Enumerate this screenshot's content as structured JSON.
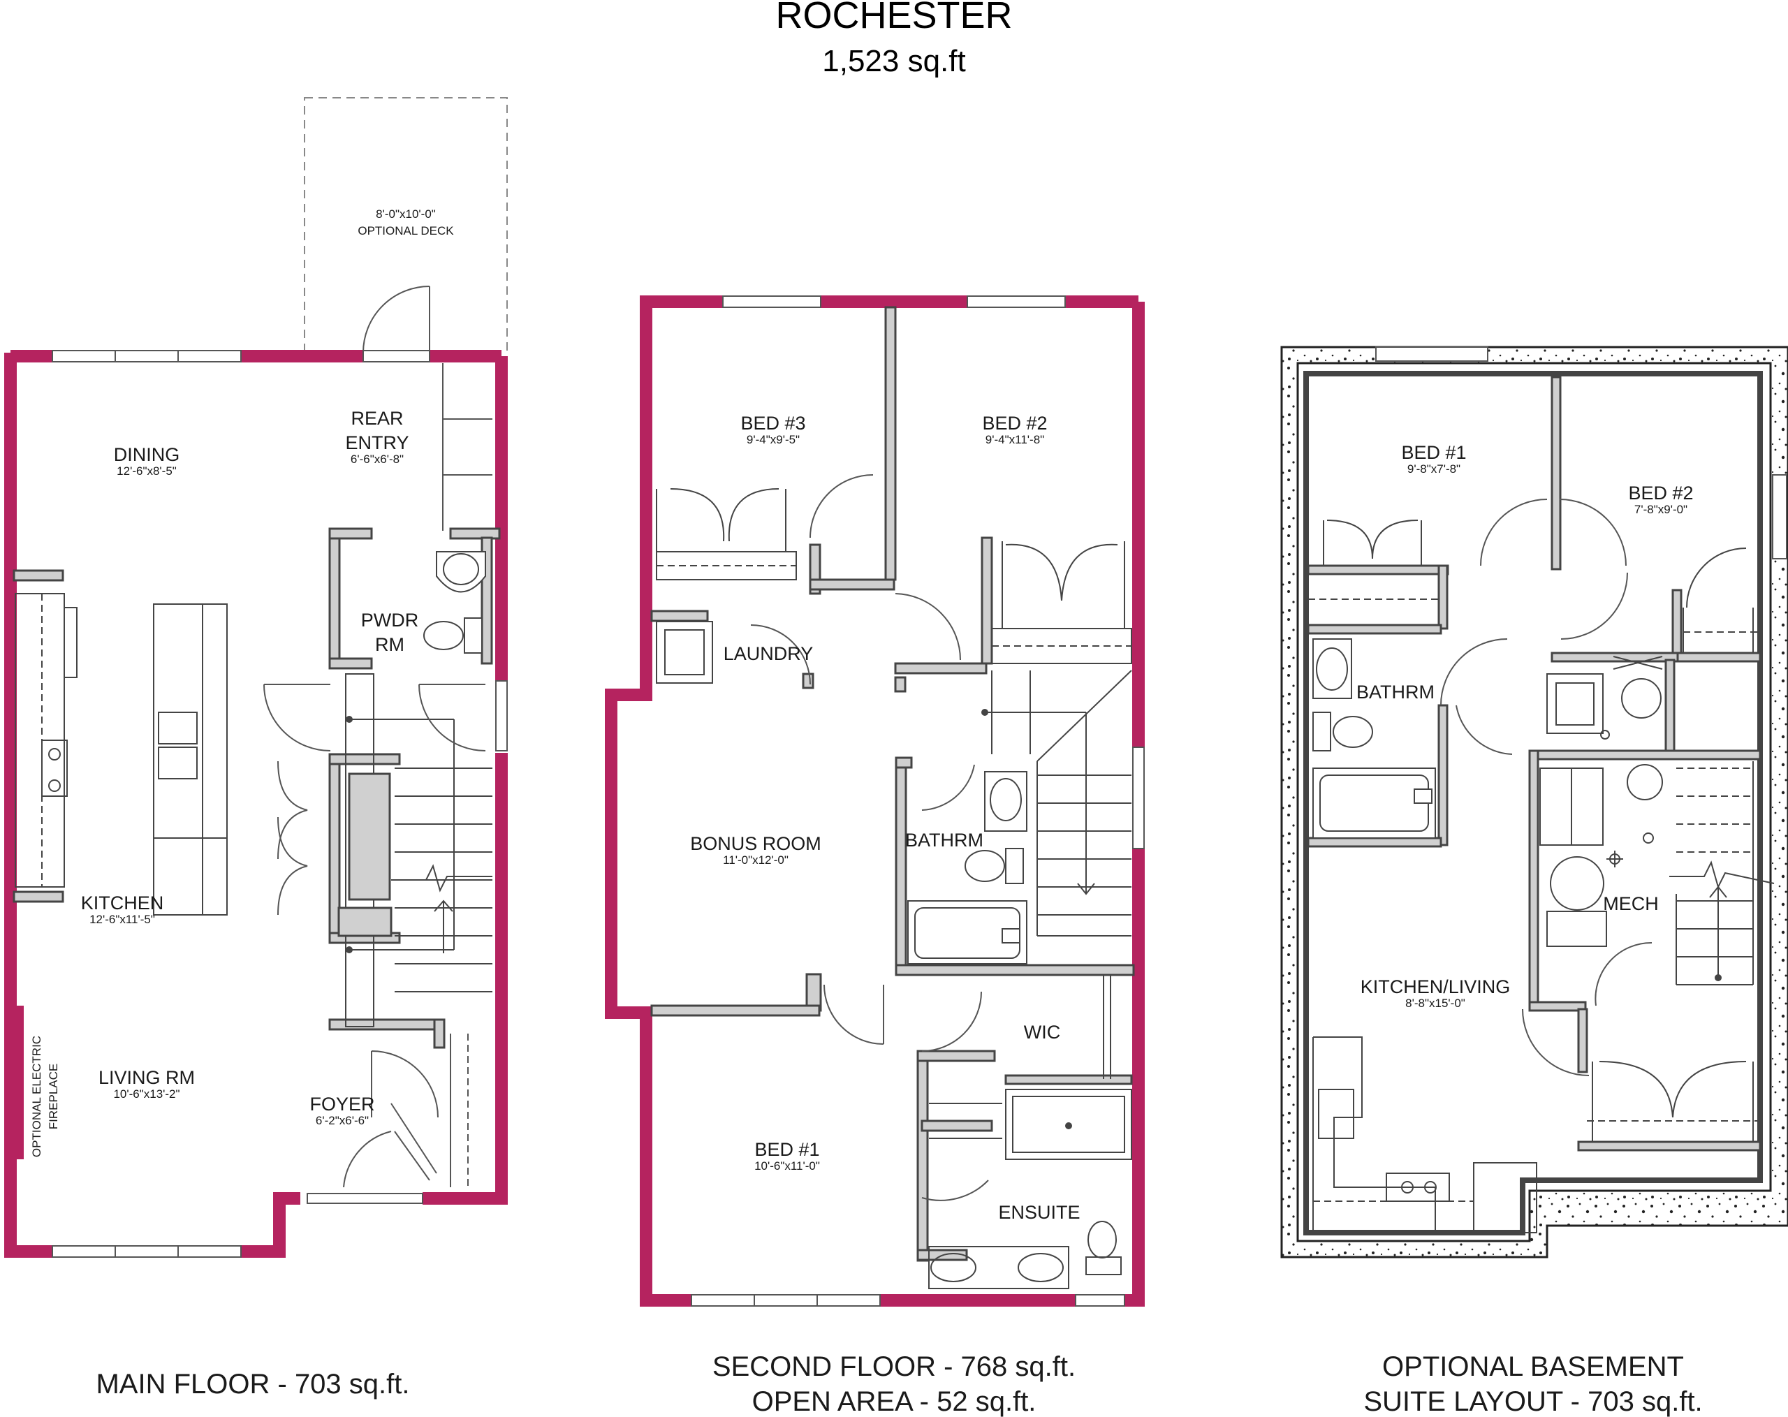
{
  "header": {
    "title": "ROCHESTER",
    "area": "1,523 sq.ft"
  },
  "colors": {
    "exterior_wall": "#b5235f",
    "interior_wall": "#444444",
    "wall_fill": "#d0d0d0",
    "line": "#333333"
  },
  "main_floor": {
    "caption": "MAIN FLOOR - 703 sq.ft.",
    "deck": {
      "dims": "8'-0\"x10'-0\"",
      "label": "OPTIONAL DECK"
    },
    "rooms": {
      "dining": {
        "name": "DINING",
        "dims": "12'-6\"x8'-5\""
      },
      "rear_entry_1": "REAR",
      "rear_entry_2": "ENTRY",
      "rear_entry_dims": "6'-6\"x6'-8\"",
      "pwdr_1": "PWDR",
      "pwdr_2": "RM",
      "kitchen": {
        "name": "KITCHEN",
        "dims": "12'-6\"x11'-5\""
      },
      "living": {
        "name": "LIVING RM",
        "dims": "10'-6\"x13'-2\""
      },
      "foyer": {
        "name": "FOYER",
        "dims": "6'-2\"x6'-6\""
      },
      "fireplace_1": "OPTIONAL ELECTRIC",
      "fireplace_2": "FIREPLACE"
    }
  },
  "second_floor": {
    "caption_1": "SECOND FLOOR - 768 sq.ft.",
    "caption_2": "OPEN AREA - 52 sq.ft.",
    "rooms": {
      "bed3": {
        "name": "BED #3",
        "dims": "9'-4\"x9'-5\""
      },
      "bed2": {
        "name": "BED #2",
        "dims": "9'-4\"x11'-8\""
      },
      "laundry": "LAUNDRY",
      "bonus": {
        "name": "BONUS ROOM",
        "dims": "11'-0\"x12'-0\""
      },
      "bathrm": "BATHRM",
      "wic": "WIC",
      "bed1": {
        "name": "BED #1",
        "dims": "10'-6\"x11'-0\""
      },
      "ensuite": "ENSUITE"
    }
  },
  "basement": {
    "caption_1": "OPTIONAL BASEMENT",
    "caption_2": "SUITE LAYOUT - 703 sq.ft.",
    "rooms": {
      "bed1": {
        "name": "BED #1",
        "dims": "9'-8\"x7'-8\""
      },
      "bed2": {
        "name": "BED #2",
        "dims": "7'-8\"x9'-0\""
      },
      "bathrm": "BATHRM",
      "mech": "MECH",
      "kitchen_living": {
        "name": "KITCHEN/LIVING",
        "dims": "8'-8\"x15'-0\""
      }
    }
  }
}
